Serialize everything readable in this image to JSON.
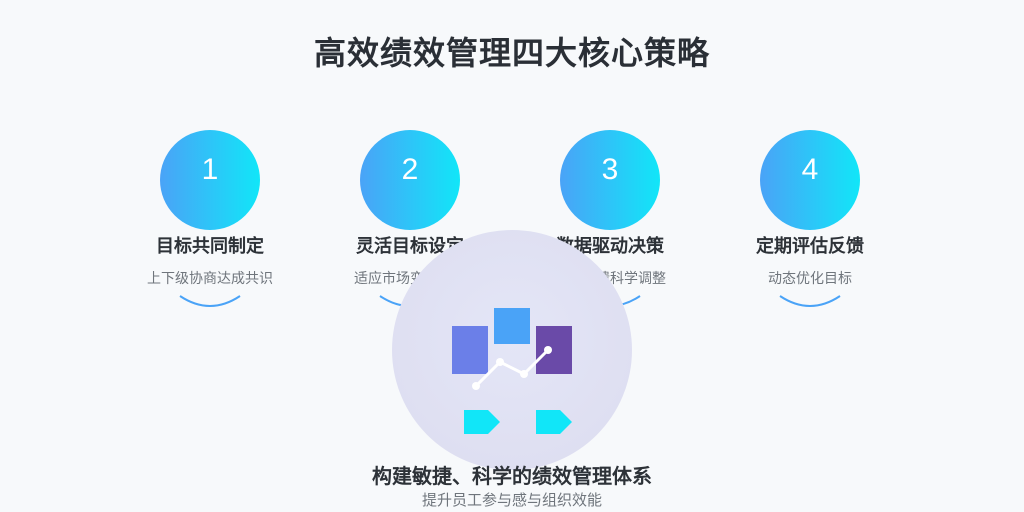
{
  "title": "高效绩效管理四大核心策略",
  "steps": [
    {
      "number": "1",
      "name": "目标共同制定",
      "desc": "上下级协商达成共识"
    },
    {
      "number": "2",
      "name": "灵活目标设定",
      "desc": "适应市场变化需求"
    },
    {
      "number": "3",
      "name": "数据驱动决策",
      "desc": "实时反馈科学调整"
    },
    {
      "number": "4",
      "name": "定期评估反馈",
      "desc": "动态优化目标"
    }
  ],
  "hub": {
    "title": "构建敏捷、科学的绩效管理体系",
    "subtitle": "提升员工参与感与组织效能"
  },
  "colors": {
    "circle_start": "#4aa3f7",
    "circle_end": "#11e6f8",
    "arc": "#4aa3f7",
    "bar_left": "#6b7fe8",
    "bar_mid": "#4aa3f7",
    "bar_right": "#6a4aa8",
    "tag": "#11e6f8"
  }
}
